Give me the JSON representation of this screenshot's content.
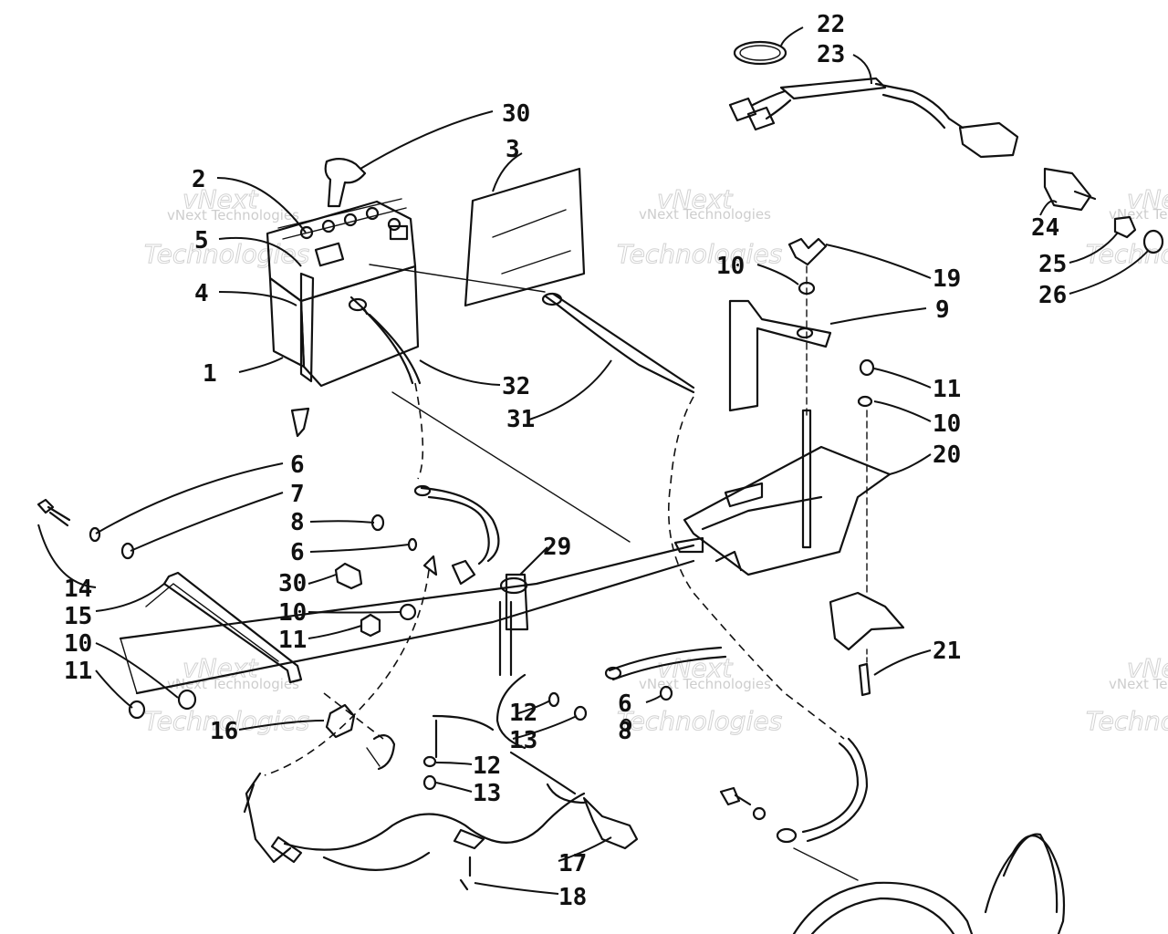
{
  "watermark": {
    "line1": "vNext Technologies",
    "line2": "vNext",
    "line3": "Technologies"
  },
  "callouts": [
    {
      "label": "1"
    },
    {
      "label": "2"
    },
    {
      "label": "3"
    },
    {
      "label": "4"
    },
    {
      "label": "5"
    },
    {
      "label": "6"
    },
    {
      "label": "7"
    },
    {
      "label": "8"
    },
    {
      "label": "6"
    },
    {
      "label": "30"
    },
    {
      "label": "10"
    },
    {
      "label": "11"
    },
    {
      "label": "14"
    },
    {
      "label": "15"
    },
    {
      "label": "10"
    },
    {
      "label": "11"
    },
    {
      "label": "16"
    },
    {
      "label": "29"
    },
    {
      "label": "12"
    },
    {
      "label": "13"
    },
    {
      "label": "12"
    },
    {
      "label": "13"
    },
    {
      "label": "6"
    },
    {
      "label": "8"
    },
    {
      "label": "17"
    },
    {
      "label": "18"
    },
    {
      "label": "30"
    },
    {
      "label": "32"
    },
    {
      "label": "31"
    },
    {
      "label": "10"
    },
    {
      "label": "19"
    },
    {
      "label": "9"
    },
    {
      "label": "11"
    },
    {
      "label": "10"
    },
    {
      "label": "20"
    },
    {
      "label": "21"
    },
    {
      "label": "22"
    },
    {
      "label": "23"
    },
    {
      "label": "24"
    },
    {
      "label": "25"
    },
    {
      "label": "26"
    }
  ]
}
